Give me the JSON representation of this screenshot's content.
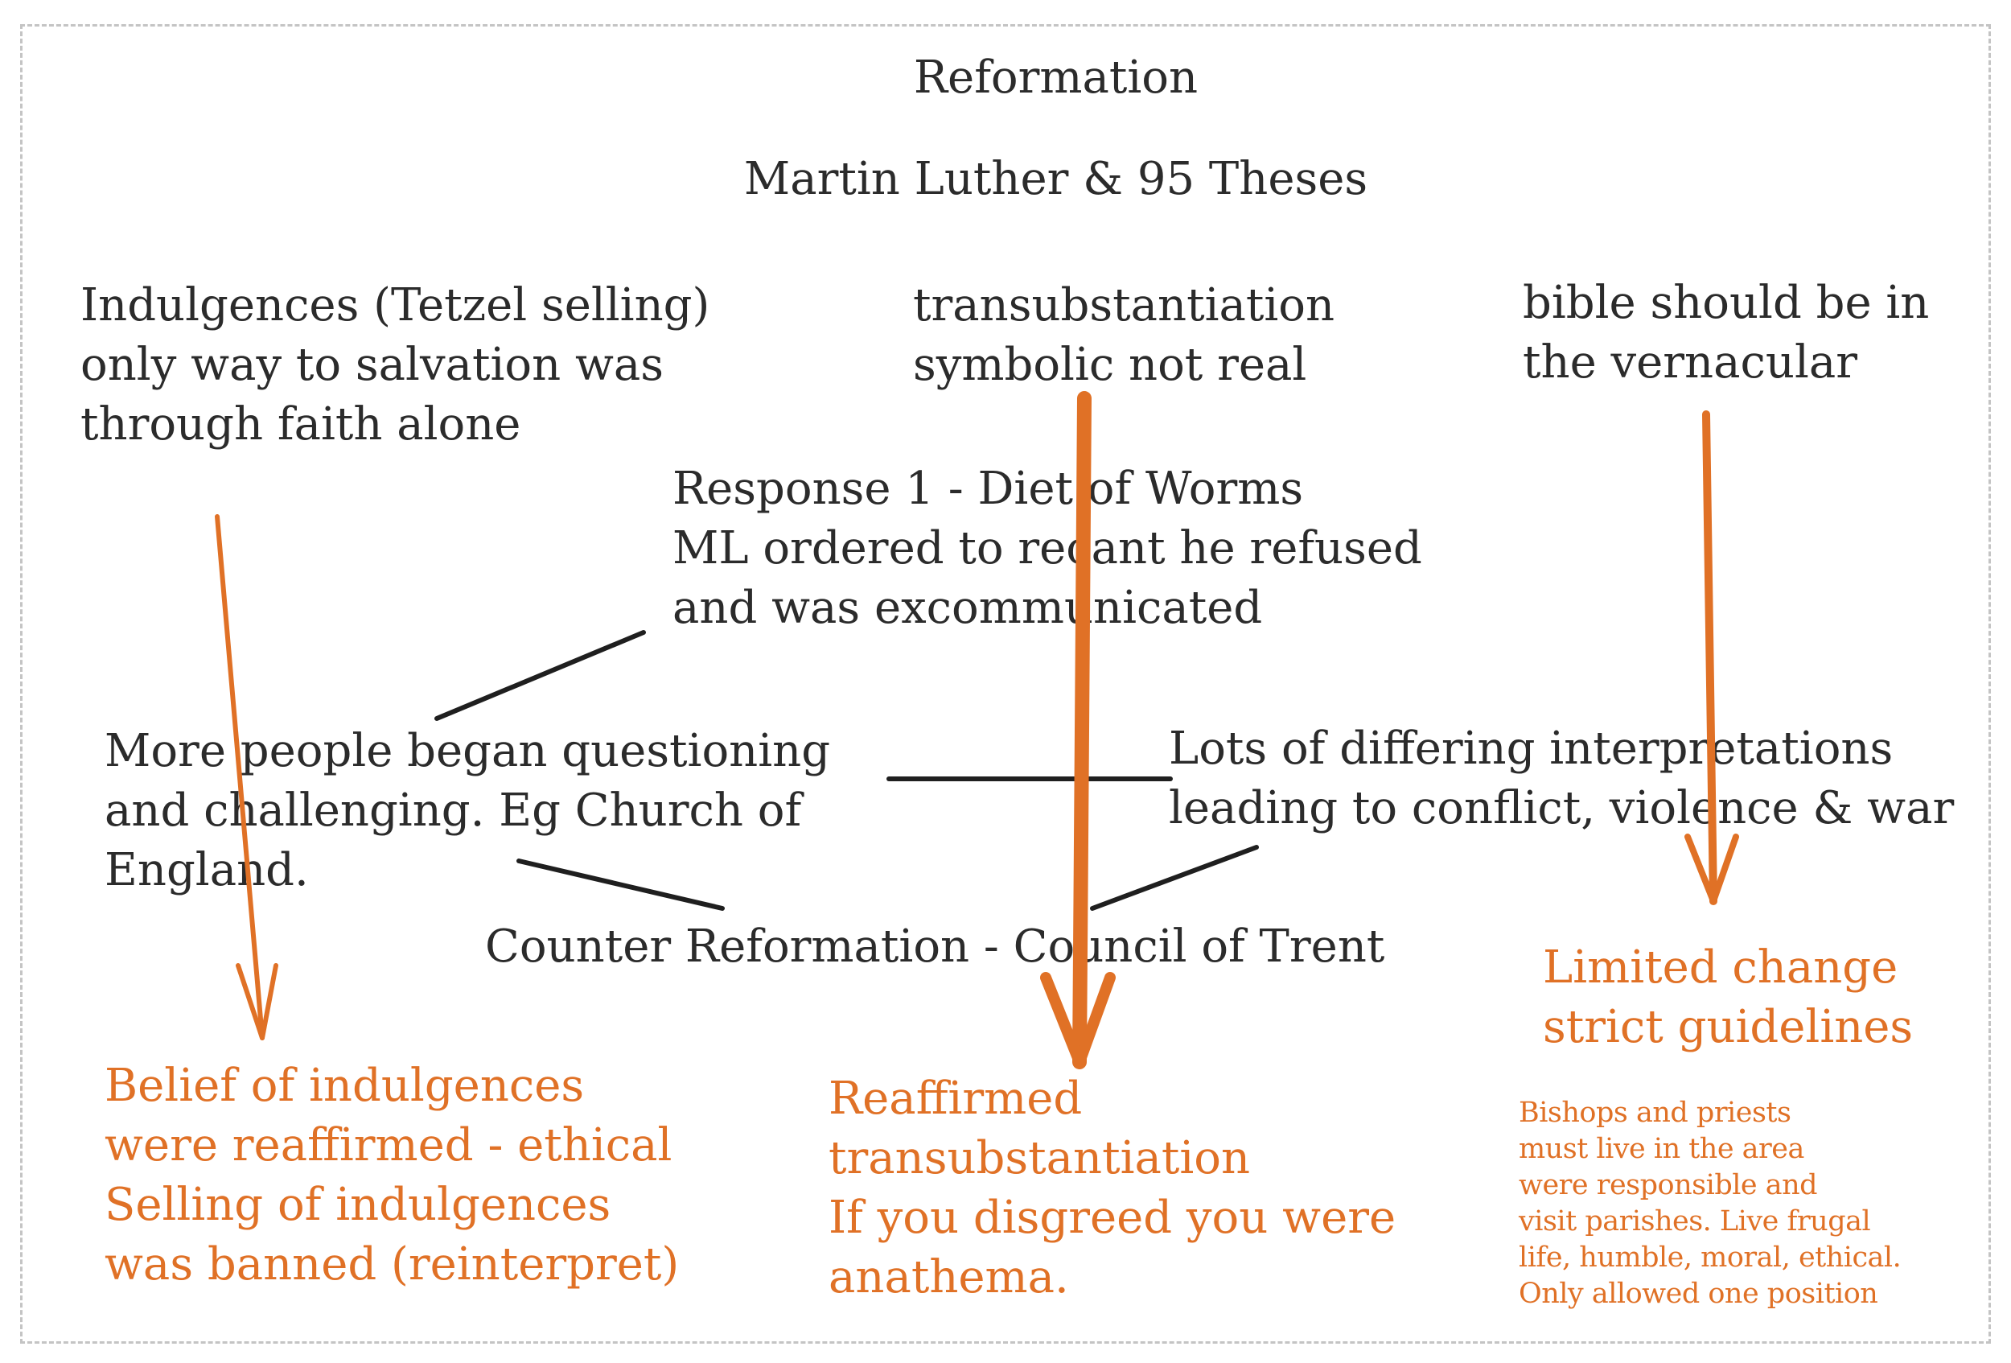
{
  "title": "Reformation",
  "subtitle": "Martin Luther & 95 Theses",
  "colors": {
    "text": "#2b2b2b",
    "accent": "#e07126",
    "connector": "#1f1f1f",
    "border": "#c4c4c4"
  },
  "nodes": {
    "indulgences": [
      "Indulgences (Tetzel selling)",
      "only way to salvation was",
      "through faith alone"
    ],
    "transubstantiation": [
      "transubstantiation",
      "symbolic not real"
    ],
    "vernacular": [
      "bible should be in",
      "the vernacular"
    ],
    "response1": [
      "Response 1 - Diet of Worms",
      "ML ordered to recant he refused",
      "and was excommunicated"
    ],
    "questioning": [
      "More people began questioning",
      "and challenging. Eg Church of",
      "England."
    ],
    "interpretations": [
      "Lots of differing interpretations",
      "leading to conflict, violence & war"
    ],
    "counter_reformation": [
      "Counter Reformation - Council of Trent"
    ]
  },
  "outcomes": {
    "indulgences": [
      "Belief of indulgences",
      "were reaffirmed - ethical",
      "Selling of indulgences",
      "was banned (reinterpret)"
    ],
    "transubstantiation": [
      "Reaffirmed",
      "transubstantiation",
      "If you disgreed you were",
      "anathema."
    ],
    "vernacular": [
      "Limited change",
      "strict guidelines"
    ],
    "bishops": [
      "Bishops and priests",
      "must live in the area",
      "were responsible and",
      "visit parishes. Live frugal",
      "life, humble, moral, ethical.",
      "Only allowed one position"
    ]
  }
}
